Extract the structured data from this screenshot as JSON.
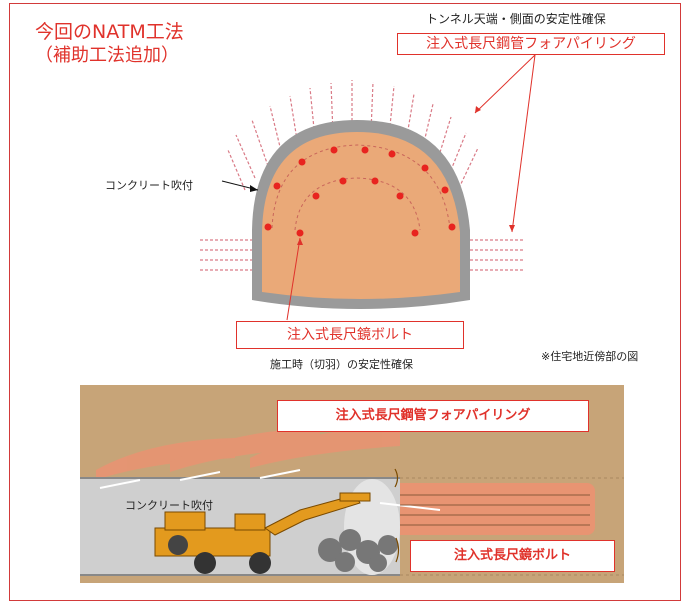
{
  "title_line1": "今回のNATM工法",
  "title_line2": "（補助工法追加）",
  "top_caption": "トンネル天端・側面の安定性確保",
  "label_forepiling_top": "注入式長尺鋼管フォアパイリング",
  "label_shotcrete_top": "コンクリート吹付",
  "label_facebolt_top": "注入式長尺鏡ボルト",
  "face_caption": "施工時（切羽）の安定性確保",
  "note": "※住宅地近傍部の図",
  "label_forepiling_bottom": "注入式長尺鋼管フォアパイリング",
  "label_shotcrete_bottom": "コンクリート吹付",
  "label_facebolt_bottom": "注入式長尺鏡ボルト",
  "colors": {
    "accent": "#e0322b",
    "soil": "#eaa978",
    "lining": "#9a9a9a",
    "ground": "#c7a478"
  }
}
